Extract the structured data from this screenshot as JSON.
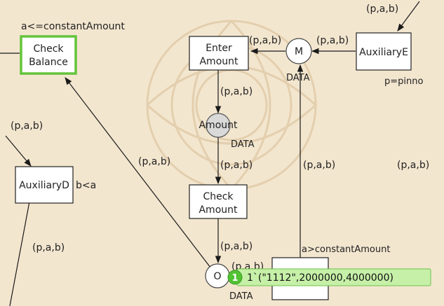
{
  "transitions": {
    "check_balance": "Check Balance",
    "enter_amount": "Enter Amount",
    "check_amount": "Check Amount",
    "auxiliary_e": "AuxiliaryE",
    "auxiliary_d": "AuxiliaryD"
  },
  "places": {
    "m": "M",
    "amount": "Amount",
    "o": "O"
  },
  "color_sets": {
    "m": "DATA",
    "amount": "DATA",
    "o": "DATA"
  },
  "guards": {
    "check_balance": "a<=constantAmount",
    "auxiliary_d": "b<a",
    "auxiliary_e": "p=pinno",
    "constant_check": "a>constantAmount"
  },
  "arc_labels": {
    "top_right": "(p,a,b)",
    "enter_to_m": "(p,a,b)",
    "m_to_aux_e": "(p,a,b)",
    "enter_to_amount": "(p,a,b)",
    "left_to_aux_d": "(p,a,b)",
    "o_to_check_balance": "(p,a,b)",
    "amount_to_check_amount": "(p,a,b)",
    "o_to_m": "(p,a,b)",
    "right": "(p,a,b)",
    "check_amount_to_o": "(p,a,b)",
    "aux_d_out": "(p,a,b)",
    "near_o": "(p,a,b)"
  },
  "marking": {
    "count": "1",
    "value": "1`(\"1112\",2000000,4000000)"
  },
  "colors": {
    "background": "#f3e6cf",
    "enabled_border": "#63c43a",
    "token_fill": "#52c234",
    "marking_box": "#c6f0a8"
  }
}
